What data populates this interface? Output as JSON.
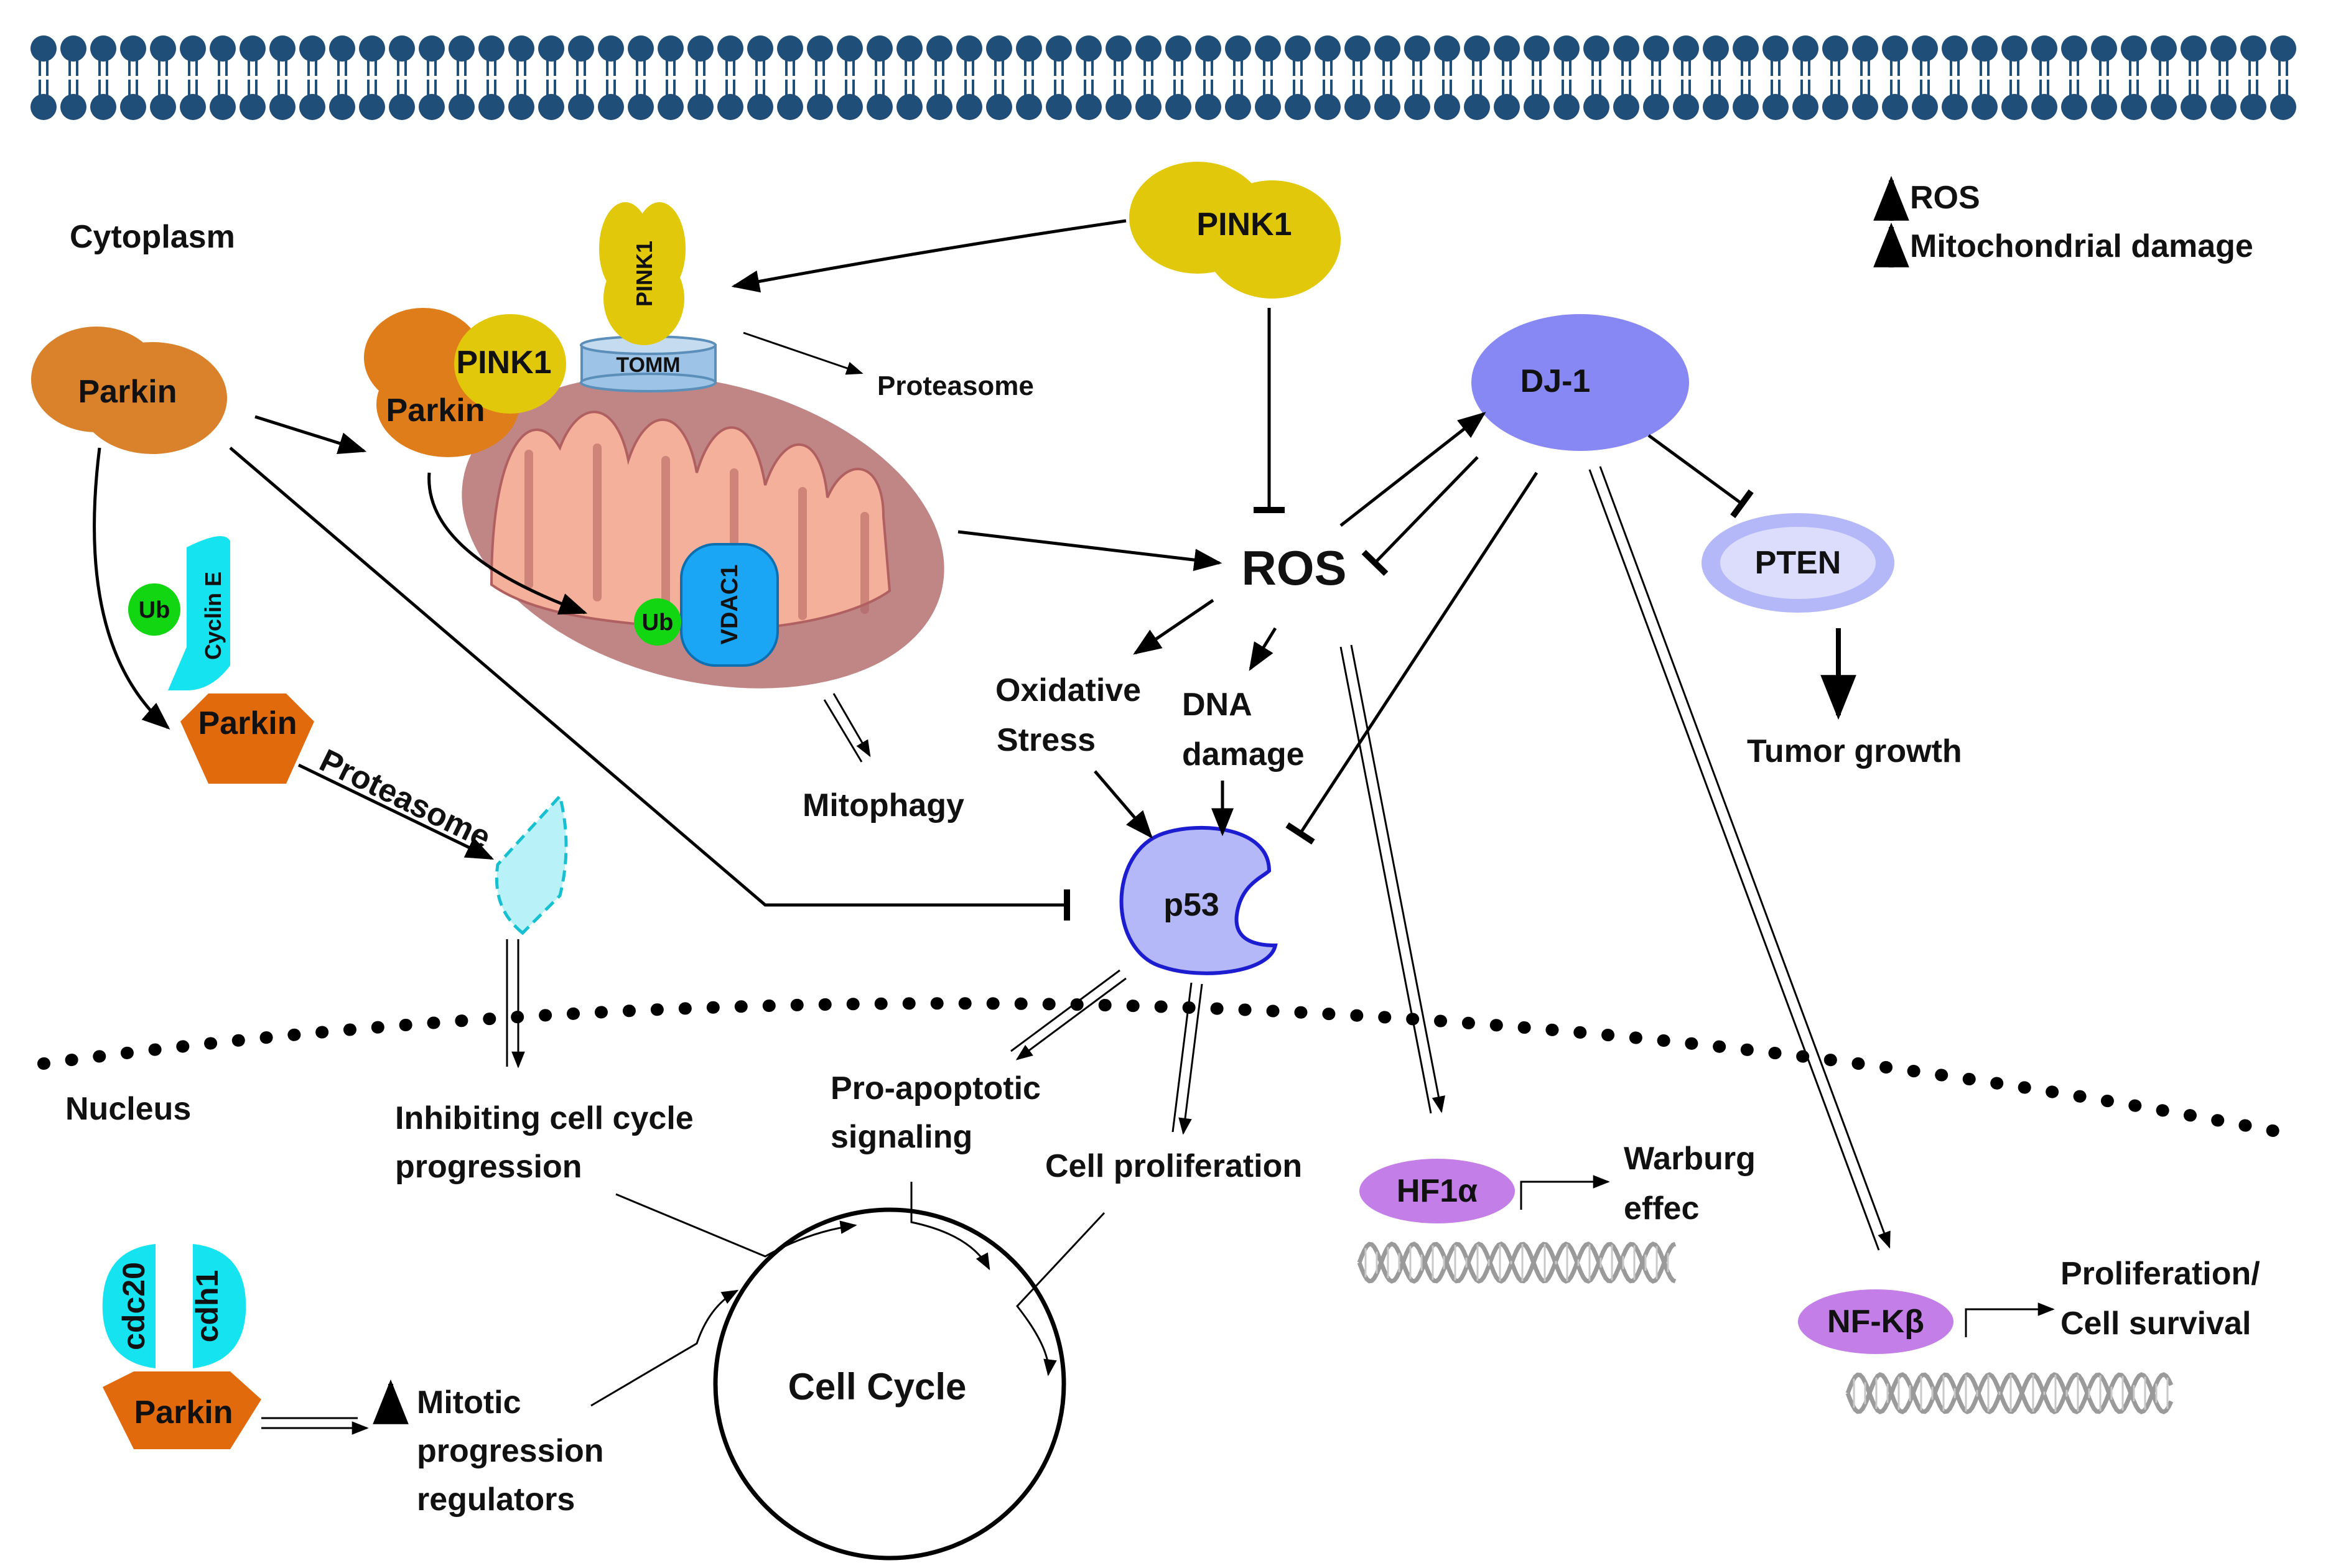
{
  "compartments": {
    "cytoplasm": "Cytoplasm",
    "nucleus": "Nucleus"
  },
  "legend": {
    "line1": "ROS",
    "line2": "Mitochondrial damage"
  },
  "proteins": {
    "pink1_free": "PINK1",
    "pink1_bound": "PINK1",
    "pink1_vertical": "PINK1",
    "tomm": "TOMM",
    "parkin_top": "Parkin",
    "parkin_complex": "Parkin",
    "parkin_cyclin": "Parkin",
    "parkin_bottom": "Parkin",
    "ub_cyclin": "Ub",
    "ub_vdac": "Ub",
    "cyclin_e": "Cyclin E",
    "vdac1": "VDAC1",
    "dj1": "DJ-1",
    "pten": "PTEN",
    "p53": "p53",
    "cdc20": "cdc20",
    "cdh1": "cdh1",
    "hif1a": "HF1α",
    "nfkb": "NF-Kβ"
  },
  "labels": {
    "proteasome_top": "Proteasome",
    "proteasome_diag": "Proteasome",
    "ros": "ROS",
    "oxidative_1": "Oxidative",
    "oxidative_2": "Stress",
    "dna_1": "DNA",
    "dna_2": "damage",
    "mitophagy": "Mitophagy",
    "tumor_growth": "Tumor growth",
    "inhibiting_1": "Inhibiting cell cycle",
    "inhibiting_2": "progression",
    "proapoptotic_1": "Pro-apoptotic",
    "proapoptotic_2": "signaling",
    "cell_proliferation": "Cell proliferation",
    "warburg_1": "Warburg",
    "warburg_2": "effec",
    "prolif_1": "Proliferation/",
    "prolif_2": "Cell survival",
    "mitotic_1": "Mitotic",
    "mitotic_2": "progression",
    "mitotic_3": "regulators",
    "cell_cycle": "Cell Cycle"
  },
  "colors": {
    "membrane": "#1f4e79",
    "pink1": "#e2c80a",
    "parkin": "#d9822b",
    "parkin_dark": "#e06a0c",
    "cyan": "#16e3f0",
    "ub": "#13d613",
    "mito_outer": "#c08686",
    "mito_inner": "#f4b09a",
    "dj1": "#8888f5",
    "p53": "#b4b8f8",
    "tf_purple": "#c37ee8",
    "vdac": "#1aa6f5",
    "tomm": "#9dc3e6"
  }
}
